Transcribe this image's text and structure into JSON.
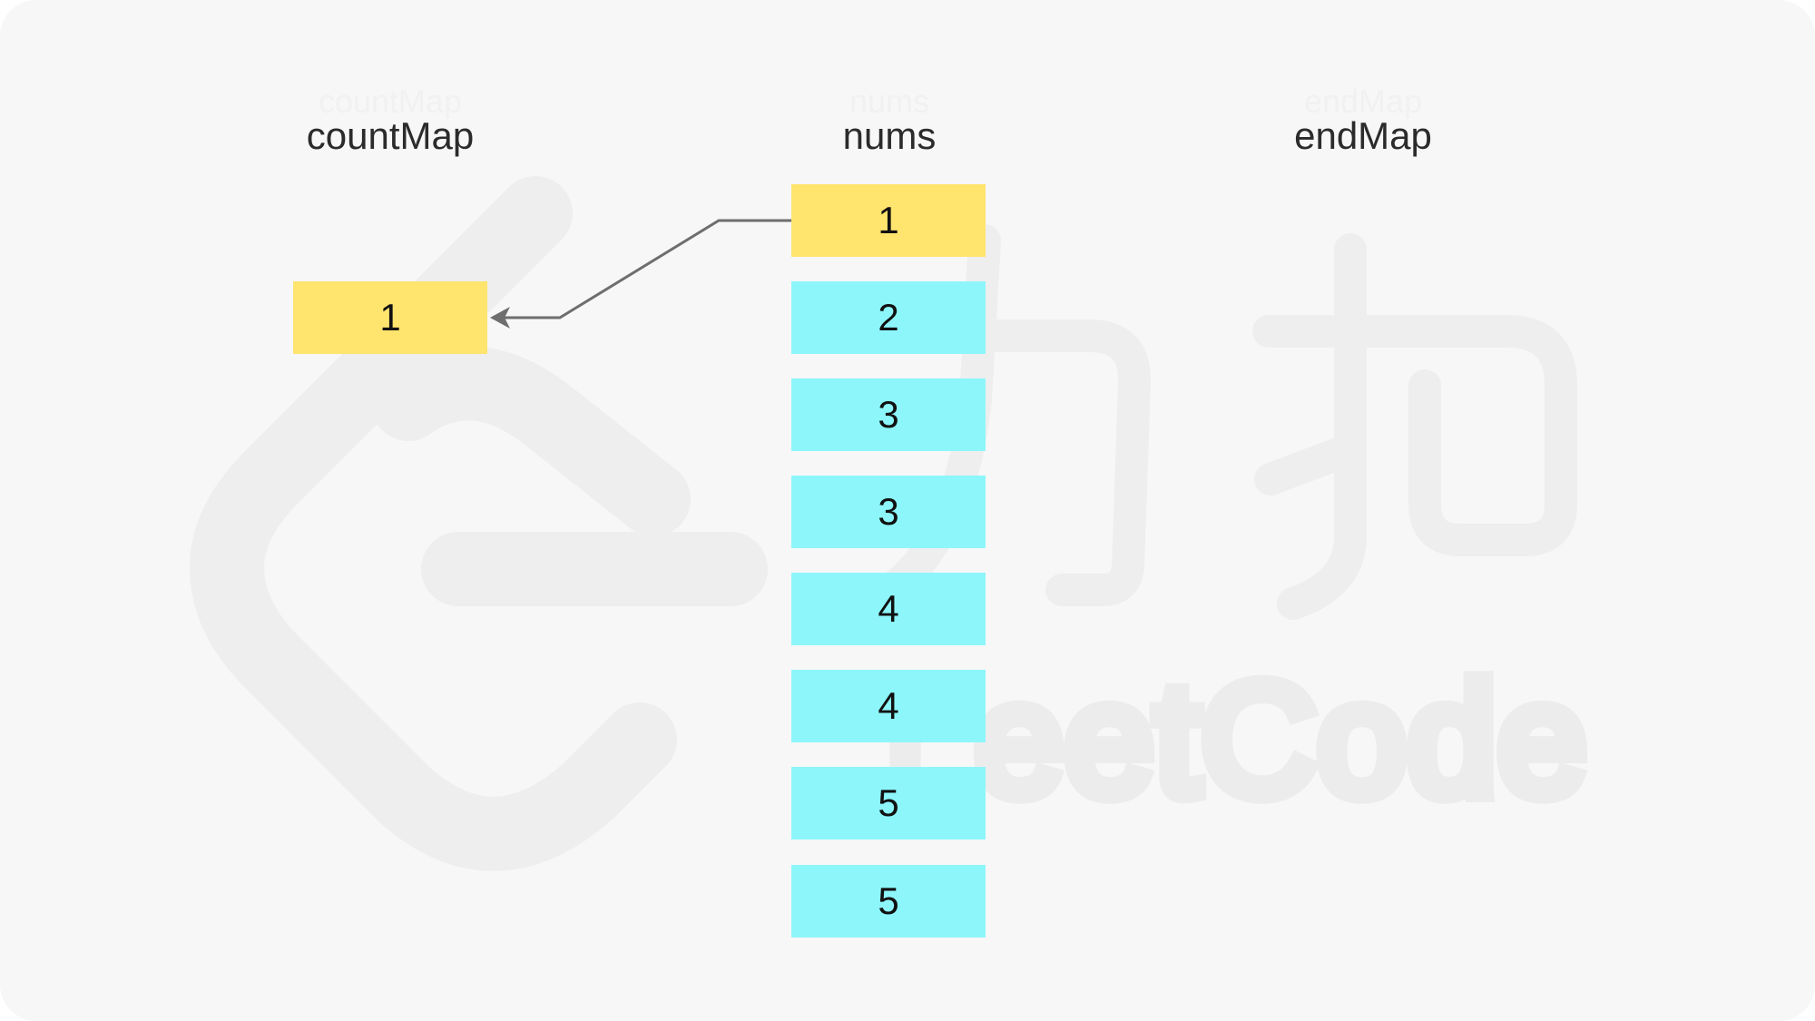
{
  "labels": {
    "count_map": "countMap",
    "nums": "nums",
    "end_map": "endMap"
  },
  "watermark": {
    "text": "LeetCode"
  },
  "nums": {
    "values": [
      "1",
      "2",
      "3",
      "3",
      "4",
      "4",
      "5",
      "5"
    ],
    "highlighted_index": 0
  },
  "count_map": {
    "values": [
      "1"
    ]
  },
  "colors": {
    "highlight": "#ffe46e",
    "default_cell": "#8df6fb",
    "arrow": "#6e6e6e",
    "background": "#f7f7f7"
  }
}
